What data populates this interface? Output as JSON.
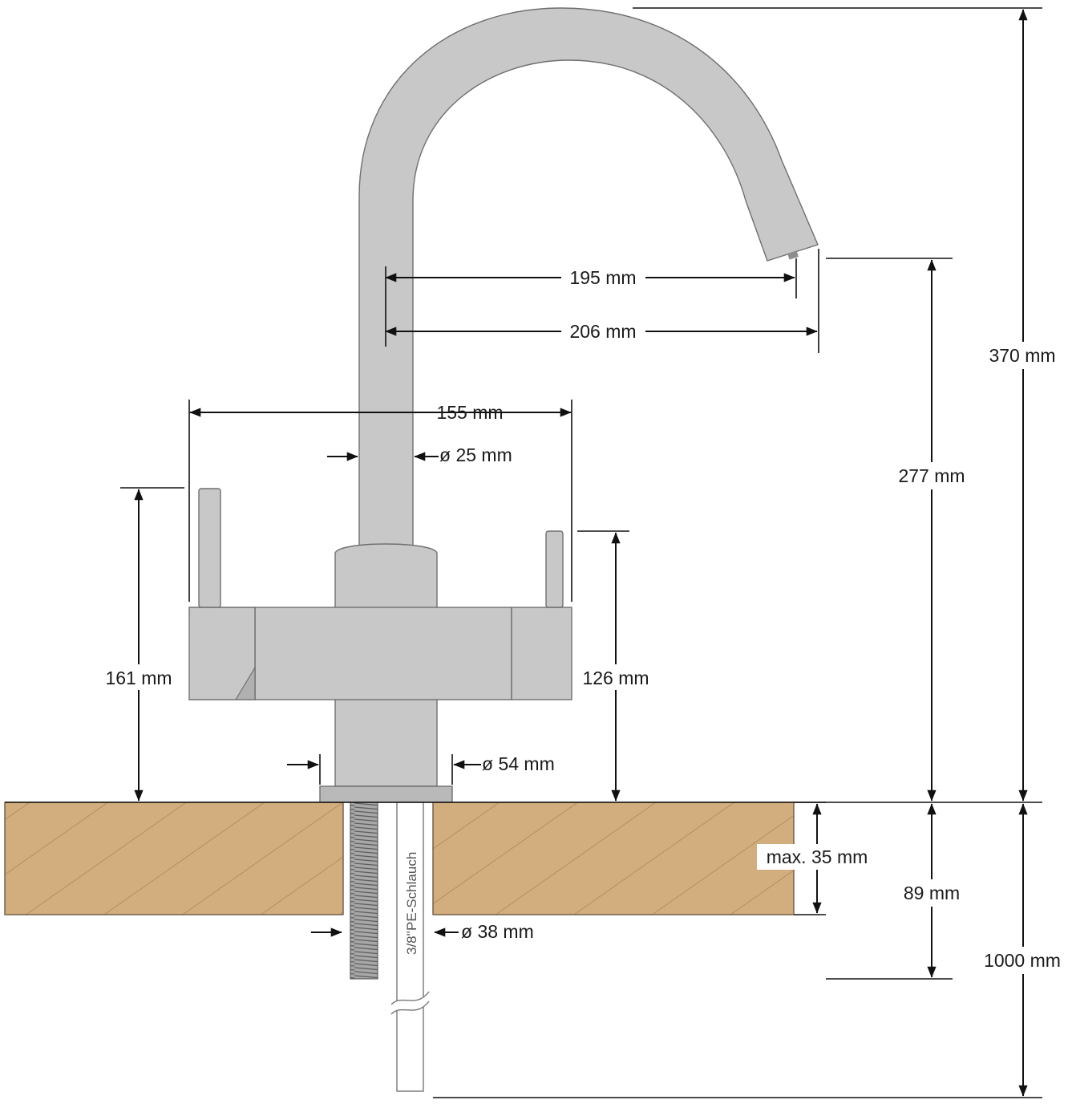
{
  "diagram": {
    "dimensions": {
      "outlet_reach_inner": "195 mm",
      "outlet_reach_outer": "206 mm",
      "lever_span": "155 mm",
      "spout_diameter": "ø 25 mm",
      "left_lever_height": "161 mm",
      "right_lever_height": "126 mm",
      "base_diameter": "ø 54 mm",
      "total_height": "370 mm",
      "outlet_height": "277 mm",
      "counter_thickness": "max. 35 mm",
      "thread_length": "89 mm",
      "hole_diameter": "ø 38 mm",
      "hose_length": "1000 mm"
    },
    "hose_label": "PE-Schlauch",
    "hose_size": "3/8\""
  },
  "colors": {
    "faucet": "#c8c8c8",
    "countertop": "#d2ad7d",
    "lines": "#111111"
  }
}
